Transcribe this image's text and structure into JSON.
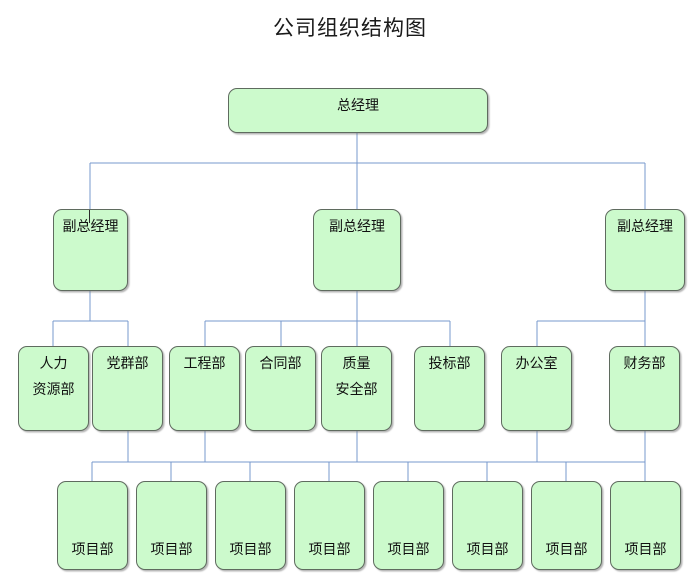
{
  "title": "公司组织结构图",
  "colors": {
    "node_fill": "#CCFACC",
    "node_border": "#5F6B5F",
    "connector": "#7799CC",
    "title_text": "#1A1A1A",
    "node_text": "#111111",
    "background": "#FFFFFF"
  },
  "chart_data": {
    "type": "diagram",
    "diagram_kind": "organizational-chart",
    "title": "公司组织结构图",
    "orientation": "top-down",
    "levels": 4,
    "nodes": [
      {
        "id": "gm",
        "label": "总经理",
        "lines": [
          "总经理"
        ],
        "level": 1,
        "parent": null
      },
      {
        "id": "vp1",
        "label": "副总经理",
        "lines": [
          "副总经理"
        ],
        "level": 2,
        "parent": "gm"
      },
      {
        "id": "vp2",
        "label": "副总经理",
        "lines": [
          "副总经理"
        ],
        "level": 2,
        "parent": "gm"
      },
      {
        "id": "vp3",
        "label": "副总经理",
        "lines": [
          "副总经理"
        ],
        "level": 2,
        "parent": "gm"
      },
      {
        "id": "hr",
        "label": "人力资源部",
        "lines": [
          "人力",
          "资源部"
        ],
        "level": 3,
        "parent": "vp1"
      },
      {
        "id": "dq",
        "label": "党群部",
        "lines": [
          "党群部"
        ],
        "level": 3,
        "parent": "vp1"
      },
      {
        "id": "eng",
        "label": "工程部",
        "lines": [
          "工程部"
        ],
        "level": 3,
        "parent": "vp2"
      },
      {
        "id": "ct",
        "label": "合同部",
        "lines": [
          "合同部"
        ],
        "level": 3,
        "parent": "vp2"
      },
      {
        "id": "qs",
        "label": "质量安全部",
        "lines": [
          "质量",
          "安全部"
        ],
        "level": 3,
        "parent": "vp2"
      },
      {
        "id": "bid",
        "label": "投标部",
        "lines": [
          "投标部"
        ],
        "level": 3,
        "parent": "vp2"
      },
      {
        "id": "off",
        "label": "办公室",
        "lines": [
          "办公室"
        ],
        "level": 3,
        "parent": "vp3"
      },
      {
        "id": "fin",
        "label": "财务部",
        "lines": [
          "财务部"
        ],
        "level": 3,
        "parent": "vp3"
      },
      {
        "id": "p1",
        "label": "项目部",
        "lines": [
          "项目部"
        ],
        "level": 4,
        "parent": "bus"
      },
      {
        "id": "p2",
        "label": "项目部",
        "lines": [
          "项目部"
        ],
        "level": 4,
        "parent": "bus"
      },
      {
        "id": "p3",
        "label": "项目部",
        "lines": [
          "项目部"
        ],
        "level": 4,
        "parent": "bus"
      },
      {
        "id": "p4",
        "label": "项目部",
        "lines": [
          "项目部"
        ],
        "level": 4,
        "parent": "bus"
      },
      {
        "id": "p5",
        "label": "项目部",
        "lines": [
          "项目部"
        ],
        "level": 4,
        "parent": "bus"
      },
      {
        "id": "p6",
        "label": "项目部",
        "lines": [
          "项目部"
        ],
        "level": 4,
        "parent": "bus"
      },
      {
        "id": "p7",
        "label": "项目部",
        "lines": [
          "项目部"
        ],
        "level": 4,
        "parent": "bus"
      },
      {
        "id": "p8",
        "label": "项目部",
        "lines": [
          "项目部"
        ],
        "level": 4,
        "parent": "bus"
      }
    ],
    "level_labels": {
      "1": [
        "总经理"
      ],
      "2": [
        "副总经理",
        "副总经理",
        "副总经理"
      ],
      "3": [
        "人力资源部",
        "党群部",
        "工程部",
        "合同部",
        "质量安全部",
        "投标部",
        "办公室",
        "财务部"
      ],
      "4": [
        "项目部",
        "项目部",
        "项目部",
        "项目部",
        "项目部",
        "项目部",
        "项目部",
        "项目部"
      ]
    },
    "counts": {
      "general_manager": 1,
      "deputy_general_managers": 3,
      "departments": 8,
      "project_departments": 8
    }
  }
}
